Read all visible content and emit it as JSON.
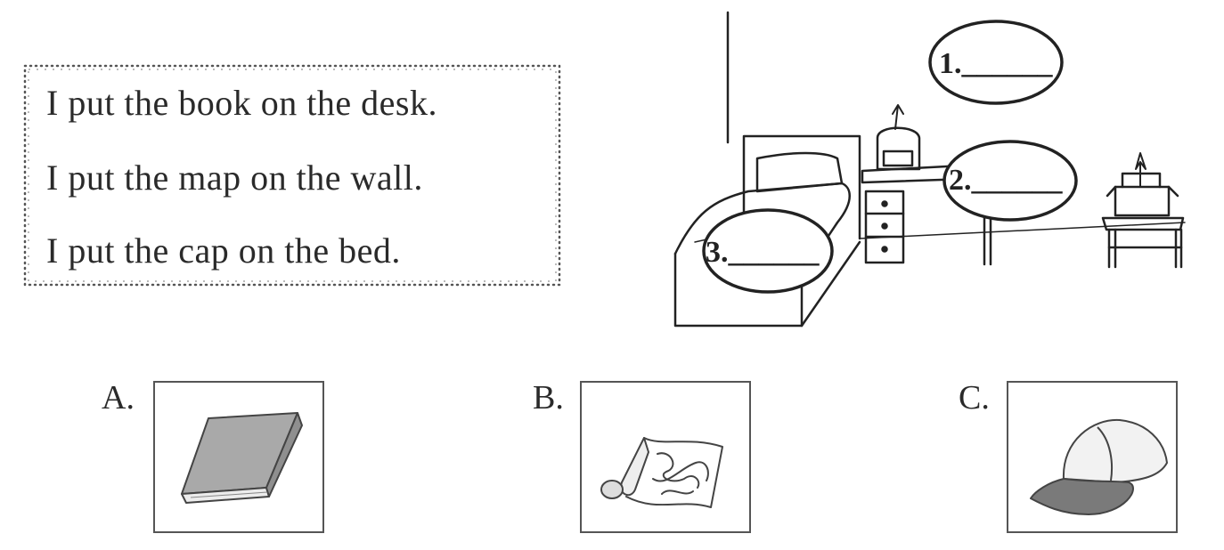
{
  "sentences": [
    "I put the book on the desk.",
    "I put the map on the wall.",
    "I put the cap on the bed."
  ],
  "blanks": [
    "1.______",
    "2.______",
    "3.______"
  ],
  "options": [
    {
      "letter": "A.",
      "icon": "book-icon"
    },
    {
      "letter": "B.",
      "icon": "map-icon"
    },
    {
      "letter": "C.",
      "icon": "cap-icon"
    }
  ]
}
